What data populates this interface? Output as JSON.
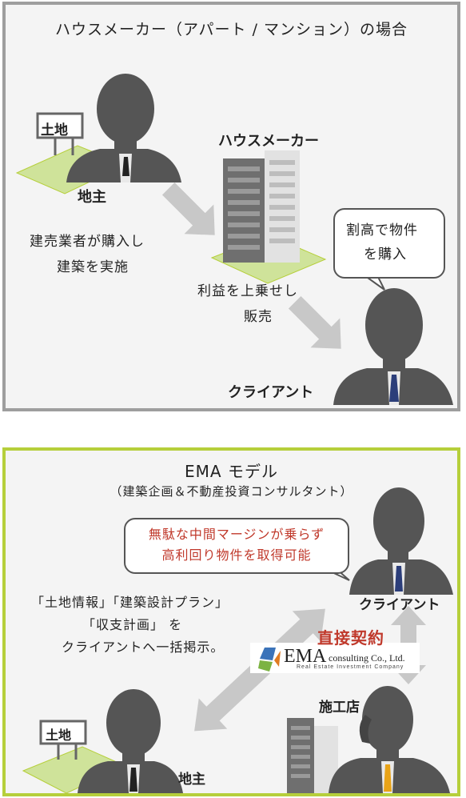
{
  "panel1": {
    "title": "ハウスメーカー（アパート / マンション）の場合",
    "land_sign": "土地",
    "landowner_label": "地主",
    "housemaker_label": "ハウスメーカー",
    "builder_note_1": "建売業者が購入し",
    "builder_note_2": "建築を実施",
    "markup_note_1": "利益を上乗せし",
    "markup_note_2": "販売",
    "bubble_line_1": "割高で物件",
    "bubble_line_2": "を購入",
    "client_label": "クライアント"
  },
  "panel2": {
    "title": "EMA モデル",
    "subtitle": "（建築企画＆不動産投資コンサルタント）",
    "bubble_line_1": "無駄な中間マージンが乗らず",
    "bubble_line_2": "高利回り物件を取得可能",
    "client_label": "クライアント",
    "info_line_1": "「土地情報」「建築設計プラン」",
    "info_line_2": "「収支計画」 を",
    "info_line_3": "クライアントへ一括掲示。",
    "direct_contract": "直接契約",
    "logo_main": "EMA",
    "logo_sub": "consulting Co., Ltd.",
    "logo_tagline": "Real Estate Investment Company",
    "contractor_label": "施工店",
    "land_sign": "土地",
    "landowner_label": "地主"
  },
  "colors": {
    "panel1_border": "#9e9e9e",
    "panel2_border": "#b6cf3b",
    "arrow": "#c8c8c8",
    "person": "#555555",
    "land": "#cfe39a",
    "direct_contract": "#c0392b",
    "tie_blue": "#2c3e7a",
    "tie_orange": "#e8a317"
  }
}
